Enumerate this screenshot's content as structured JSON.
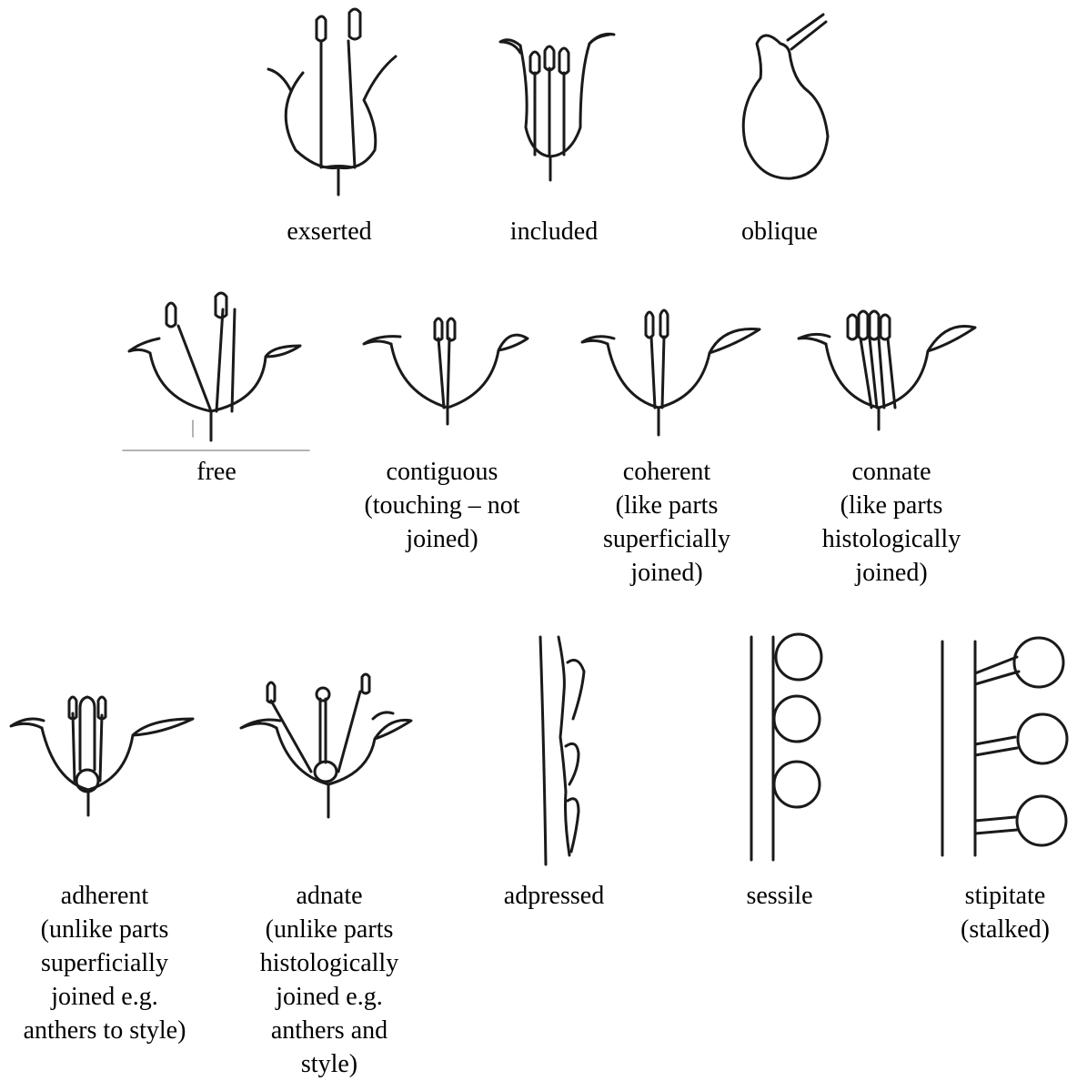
{
  "captions": {
    "exserted": "exserted",
    "included": "included",
    "oblique": "oblique",
    "free": "free",
    "contiguous": "contiguous\n(touching – not\njoined)",
    "coherent": "coherent\n(like parts\nsuperficially\njoined)",
    "connate": "connate\n(like parts\nhistologically\njoined)",
    "adherent": "adherent\n(unlike parts\nsuperficially\njoined e.g.\nanthers to style)",
    "adnate": "adnate\n(unlike parts\nhistologically\njoined e.g.\nanthers and\nstyle)",
    "adpressed": "adpressed",
    "sessile": "sessile",
    "stipitate": "stipitate\n(stalked)"
  }
}
